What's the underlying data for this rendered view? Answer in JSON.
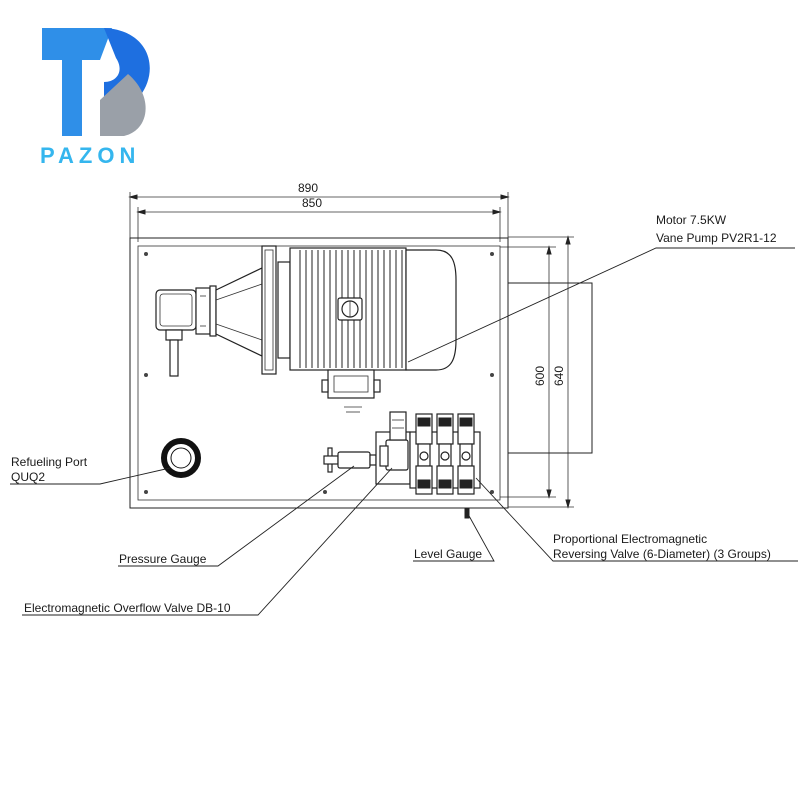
{
  "brand": {
    "name": "PAZON",
    "color_primary": "#1e6fe0",
    "color_light": "#35b6ee",
    "color_grey": "#9aa0a8"
  },
  "dimensions": {
    "overall_width": "890",
    "frame_width": "850",
    "inner_height": "600",
    "overall_height": "640"
  },
  "callouts": {
    "motor": "Motor 7.5KW",
    "pump": "Vane Pump PV2R1-12",
    "refuel_1": "Refueling Port",
    "refuel_2": "QUQ2",
    "pressure_gauge": "Pressure Gauge",
    "level_gauge": "Level Gauge",
    "valve_1": "Proportional Electromagnetic",
    "valve_2": "Reversing Valve (6-Diameter) (3 Groups)",
    "overflow_valve": "Electromagnetic Overflow Valve DB-10"
  }
}
